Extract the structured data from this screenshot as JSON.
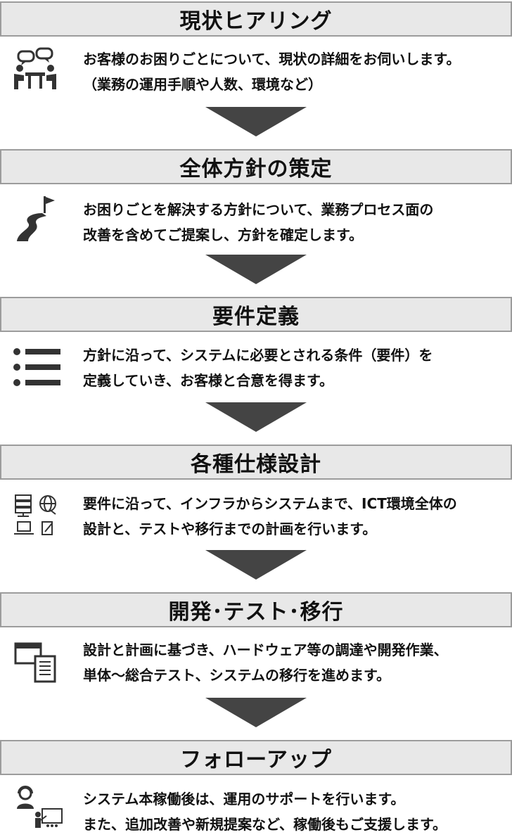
{
  "steps": [
    {
      "title": "現状ヒアリング",
      "icon": "meeting-icon",
      "lines": [
        "お客様のお困りごとについて、現状の詳細をお伺いします。",
        "（業務の運用手順や人数、環境など）"
      ]
    },
    {
      "title": "全体方針の策定",
      "icon": "road-flag-icon",
      "lines": [
        "お困りごとを解決する方針について、業務プロセス面の",
        "改善を含めてご提案し、方針を確定します。"
      ]
    },
    {
      "title": "要件定義",
      "icon": "list-icon",
      "lines": [
        "方針に沿って、システムに必要とされる条件（要件）を",
        "定義していき、お客様と合意を得ます。"
      ]
    },
    {
      "title": "各種仕様設計",
      "icon": "infrastructure-icons",
      "lines": [
        "要件に沿って、インフラからシステムまで、ICT環境全体の",
        "設計と、テストや移行までの計画を行います。"
      ]
    },
    {
      "title": "開発･テスト･移行",
      "icon": "window-document-icon",
      "lines": [
        "設計と計画に基づき、ハードウェア等の調達や開発作業、",
        "単体～総合テスト、システムの移行を進めます。"
      ]
    },
    {
      "title": "フォローアップ",
      "icon": "support-presentation-icon",
      "lines": [
        "システム本稼働後は、運用のサポートを行います。",
        "また、追加改善や新規提案など、稼働後もご支援します。"
      ]
    }
  ]
}
